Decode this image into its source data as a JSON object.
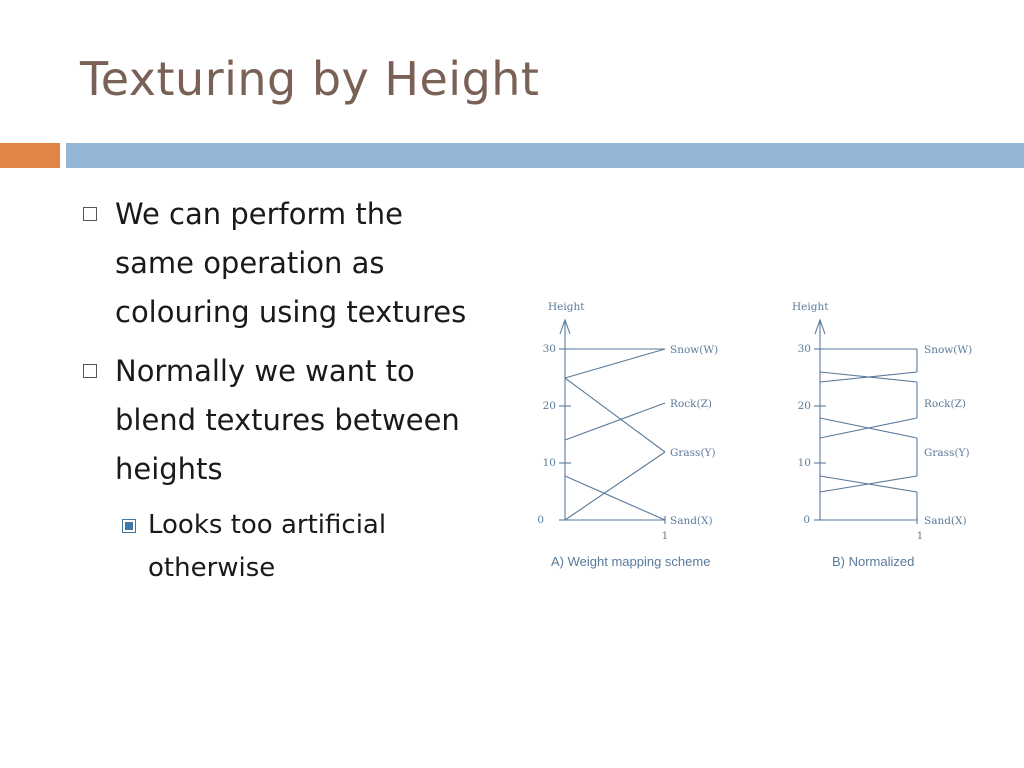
{
  "slide": {
    "title": "Texturing by Height"
  },
  "bullets": [
    "We can perform the same operation as colouring using textures",
    "Normally we want to blend textures between heights"
  ],
  "sub_bullets": [
    "Looks too artificial otherwise"
  ],
  "figure": {
    "panels": [
      {
        "caption": "A) Weight mapping scheme",
        "axis_label": "Height",
        "ticks": [
          "0",
          "10",
          "20",
          "30"
        ],
        "x_tick": "1",
        "layers": [
          "Sand(X)",
          "Grass(Y)",
          "Rock(Z)",
          "Snow(W)"
        ]
      },
      {
        "caption": "B) Normalized",
        "axis_label": "Height",
        "ticks": [
          "0",
          "10",
          "20",
          "30"
        ],
        "x_tick": "1",
        "layers": [
          "Sand(X)",
          "Grass(Y)",
          "Rock(Z)",
          "Snow(W)"
        ]
      }
    ]
  },
  "colors": {
    "title": "#7a6155",
    "accent_orange": "#df8547",
    "accent_blue": "#93b6d6",
    "diagram_line": "#5a7a9a",
    "sub_bullet": "#3f78a6"
  }
}
